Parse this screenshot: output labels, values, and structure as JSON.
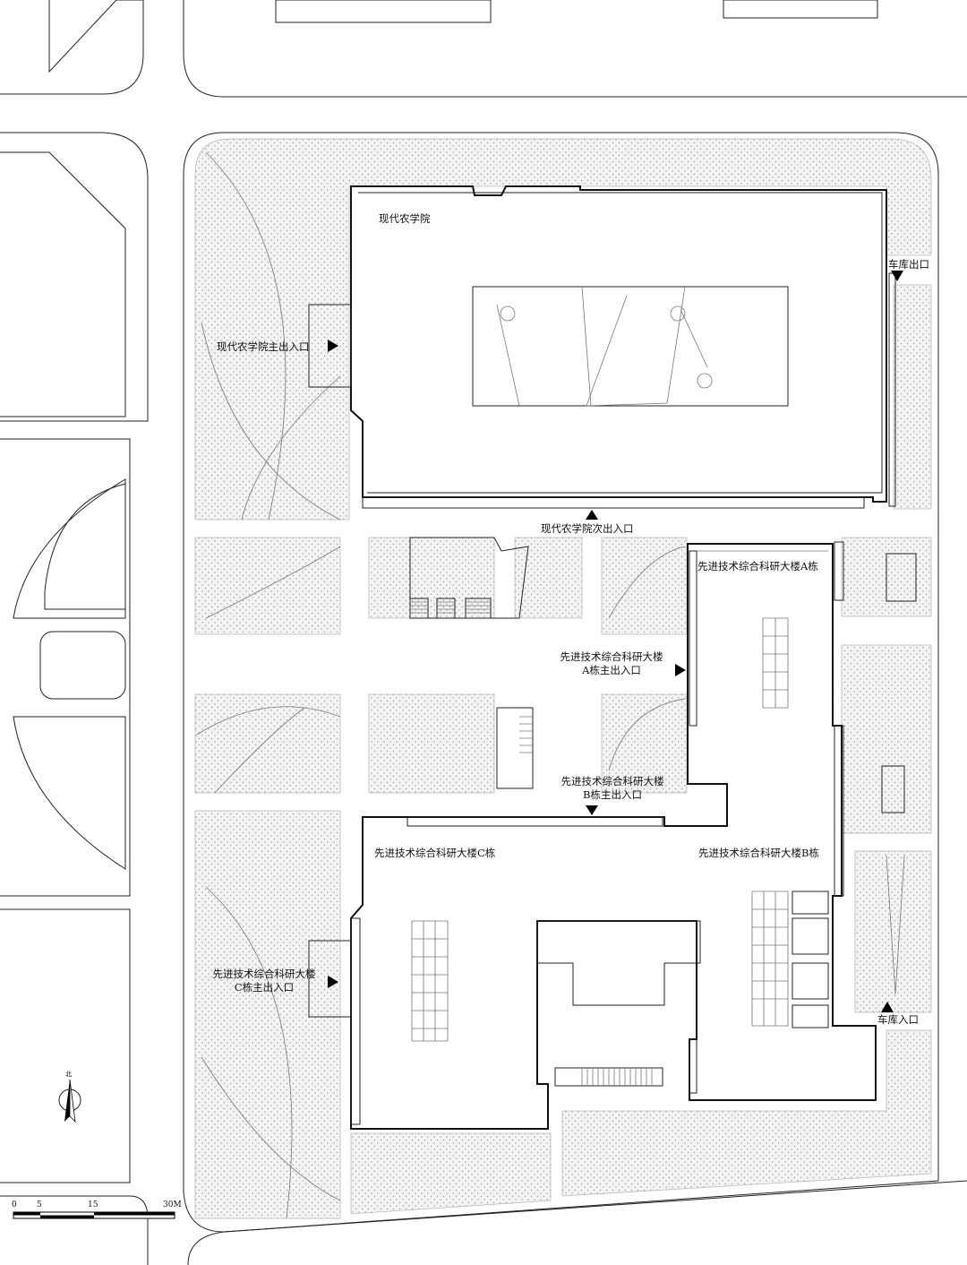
{
  "labels": {
    "modern_agri_college": "现代农学院",
    "modern_agri_main_entrance": "现代农学院主出入口",
    "garage_exit": "车库出口",
    "modern_agri_secondary_entrance": "现代农学院次出入口",
    "building_a": "先进技术综合科研大楼A栋",
    "building_a_entrance_line1": "先进技术综合科研大楼",
    "building_a_entrance_line2": "A栋主出入口",
    "building_b_entrance_line1": "先进技术综合科研大楼",
    "building_b_entrance_line2": "B栋主出入口",
    "building_c": "先进技术综合科研大楼C栋",
    "building_b": "先进技术综合科研大楼B栋",
    "building_c_entrance_line1": "先进技术综合科研大楼",
    "building_c_entrance_line2": "C栋主出入口",
    "garage_entrance": "车库入口",
    "north_mark": "北"
  },
  "scale_bar": {
    "ticks": [
      "0",
      "5",
      "15",
      "30M"
    ]
  },
  "colors": {
    "line": "#222222",
    "paving_dot": "#9a9a9a",
    "arrow": "#000000"
  }
}
